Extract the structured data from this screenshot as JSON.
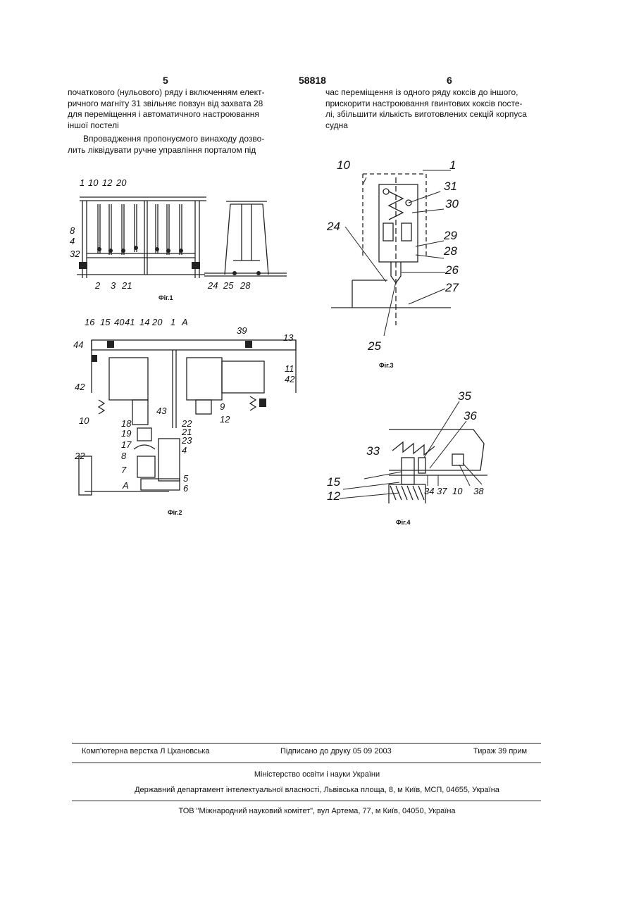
{
  "header": {
    "page_left": "5",
    "patent_number": "58818",
    "page_right": "6"
  },
  "left_column": {
    "lines": [
      "початкового (нульового) ряду і включенням елект-",
      "ричного магніту 31 звільняє повзун від захвата 28",
      "для переміщення і автоматичного настроювання",
      "іншої постелі"
    ],
    "para2": [
      "Впровадження пропонуємого винаходу дозво-",
      "лить ліквідувати ручне управління порталом під"
    ]
  },
  "right_column": {
    "lines": [
      "час переміщення із одного ряду коксів до іншого,",
      "прискорити настроювання гвинтових коксів посте-",
      "лі, збільшити кількість виготовлених секцій корпуса",
      "судна"
    ]
  },
  "figures": {
    "fig1": {
      "caption": "Фіг.1",
      "labels_top": [
        "1",
        "10",
        "12",
        "20"
      ],
      "labels_left": [
        "8",
        "4",
        "32"
      ],
      "labels_bottom": [
        "2",
        "3",
        "21",
        "24",
        "25",
        "28"
      ]
    },
    "fig2": {
      "caption": "Фіг.2",
      "labels": [
        "16",
        "15",
        "40",
        "41",
        "14",
        "20",
        "1",
        "A",
        "39",
        "13",
        "44",
        "42",
        "10",
        "11",
        "42",
        "9",
        "12",
        "43",
        "18",
        "19",
        "22",
        "21",
        "23",
        "4",
        "17",
        "8",
        "22",
        "7",
        "5",
        "6",
        "A"
      ]
    },
    "fig3": {
      "caption": "Фіг.3",
      "labels": [
        "10",
        "1",
        "31",
        "30",
        "24",
        "29",
        "28",
        "26",
        "27",
        "25"
      ]
    },
    "fig4": {
      "caption": "Фіг.4",
      "labels": [
        "35",
        "36",
        "33",
        "15",
        "12",
        "34",
        "37",
        "10",
        "38"
      ]
    }
  },
  "footer": {
    "typesetting": "Комп'ютерна верстка Л Цхановська",
    "signed": "Підписано до друку 05 09 2003",
    "circulation": "Тираж 39 прим",
    "ministry": "Міністерство освіти і науки України",
    "department": "Державний департамент інтелектуальної власності, Львівська площа, 8, м  Київ, МСП, 04655, Україна",
    "publisher": "ТОВ \"Міжнародний науковий комітет\", вул  Артема, 77, м  Київ, 04050, Україна"
  }
}
